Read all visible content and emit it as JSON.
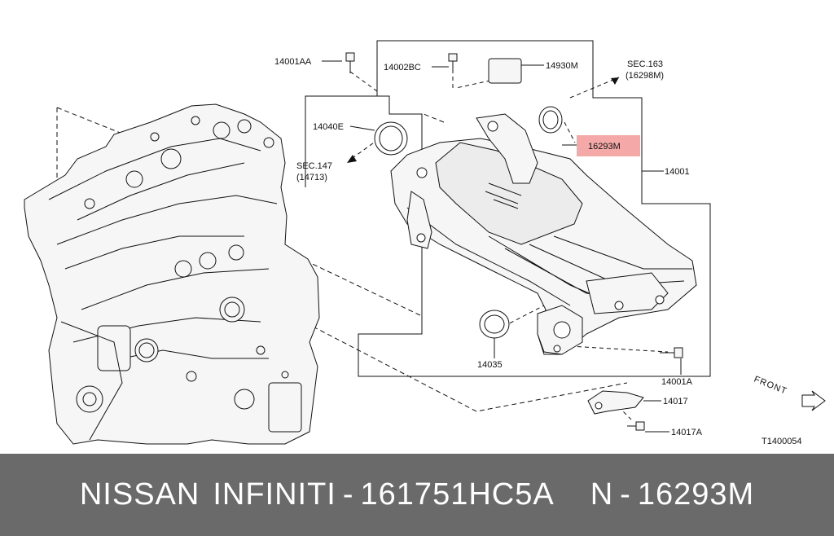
{
  "diagram": {
    "labels": {
      "p14001AA": "14001AA",
      "p14002BC": "14002BC",
      "p14930M": "14930M",
      "sec163": "SEC.163",
      "sec163ref": "(16298M)",
      "p14040E": "14040E",
      "p16293M": "16293M",
      "sec147": "SEC.147",
      "sec147ref": "(14713)",
      "p14001": "14001",
      "p14035": "14035",
      "p14001A": "14001A",
      "p14017": "14017",
      "p14017A": "14017A",
      "front": "FRONT",
      "diagramId": "T1400054"
    },
    "highlight_color": "#f4a8a8"
  },
  "footer": {
    "brand": "NISSAN",
    "brand2": "INFINITI",
    "dash1": "-",
    "part_number": "161751HC5A",
    "n_label": "N",
    "dash2": "-",
    "ref_number": "16293M"
  }
}
